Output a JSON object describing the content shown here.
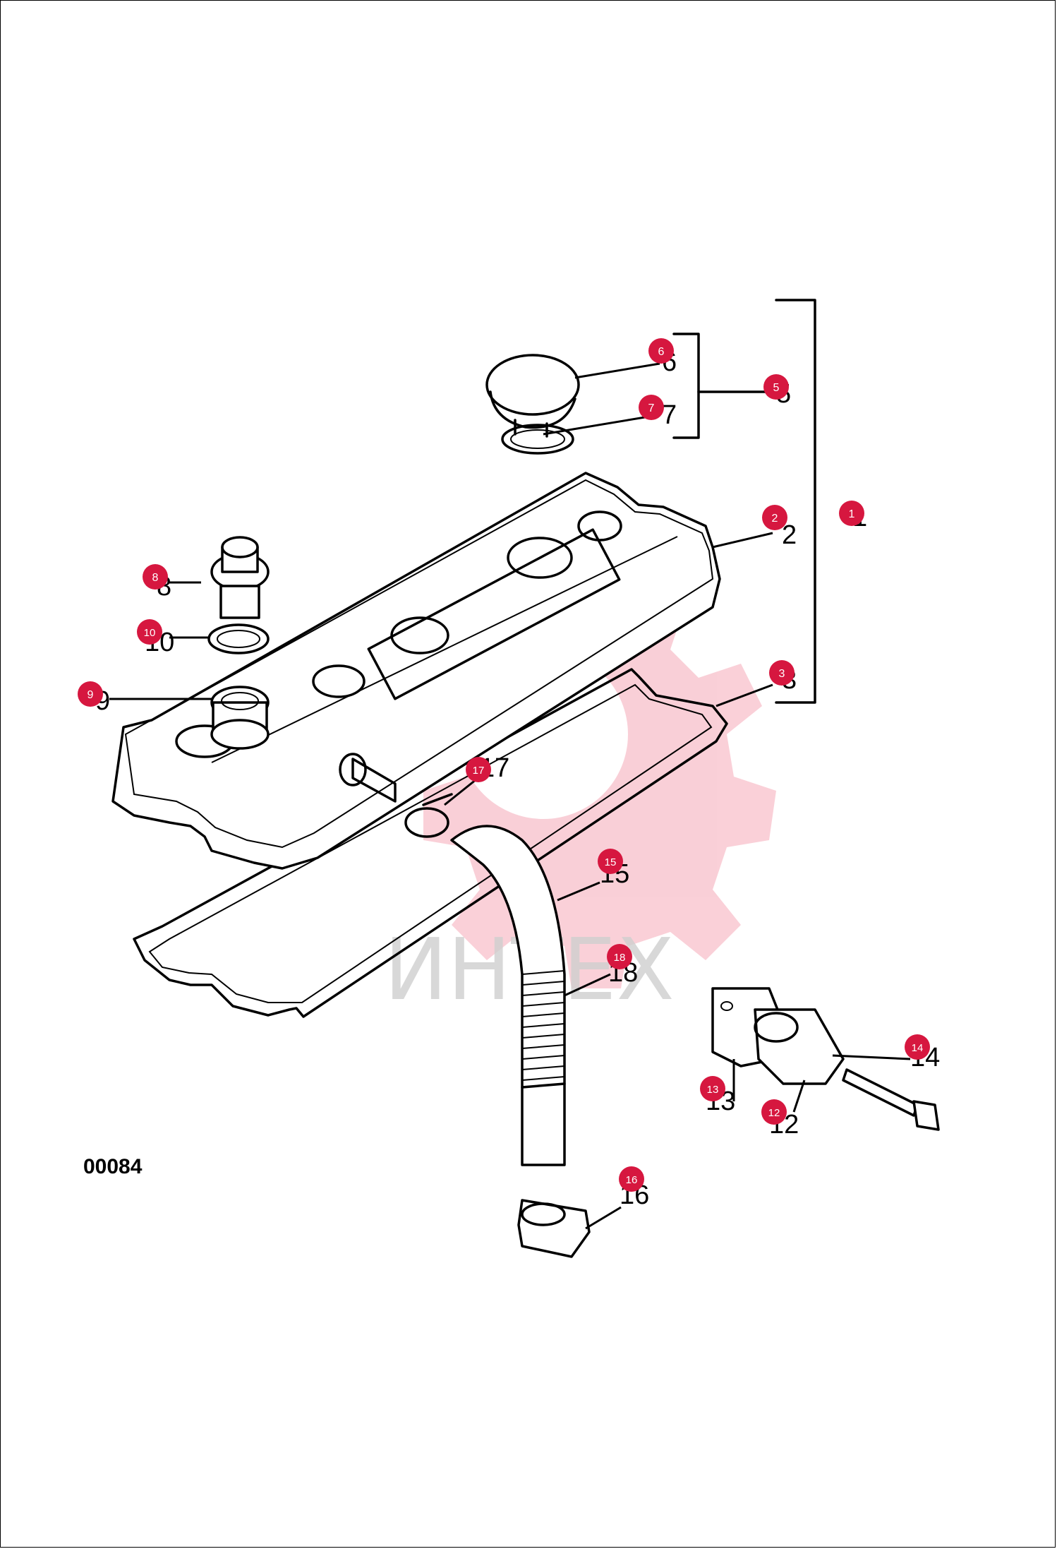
{
  "figure_code": "00084",
  "watermark": "ИНТЕХ",
  "accent_color": "#d6173f",
  "callouts": [
    {
      "id": "1",
      "label": "1"
    },
    {
      "id": "2",
      "label": "2"
    },
    {
      "id": "3",
      "label": "3"
    },
    {
      "id": "5",
      "label": "5"
    },
    {
      "id": "6",
      "label": "6"
    },
    {
      "id": "7",
      "label": "7"
    },
    {
      "id": "8",
      "label": "8"
    },
    {
      "id": "9",
      "label": "9"
    },
    {
      "id": "10",
      "label": "10"
    },
    {
      "id": "12",
      "label": "12"
    },
    {
      "id": "13",
      "label": "13"
    },
    {
      "id": "14",
      "label": "14"
    },
    {
      "id": "15",
      "label": "15"
    },
    {
      "id": "16",
      "label": "16"
    },
    {
      "id": "17",
      "label": "17"
    },
    {
      "id": "18",
      "label": "18"
    }
  ],
  "printed_labels": {
    "p2": "2",
    "p5": "5",
    "p6": "6",
    "p7": "7",
    "p8": "8",
    "p9": "9",
    "p10": "10",
    "p12": "12",
    "p13": "13",
    "p14": "14",
    "p15": "15",
    "p16": "16",
    "p17": "17",
    "p18": "18",
    "p1": "1",
    "p3": "3"
  }
}
